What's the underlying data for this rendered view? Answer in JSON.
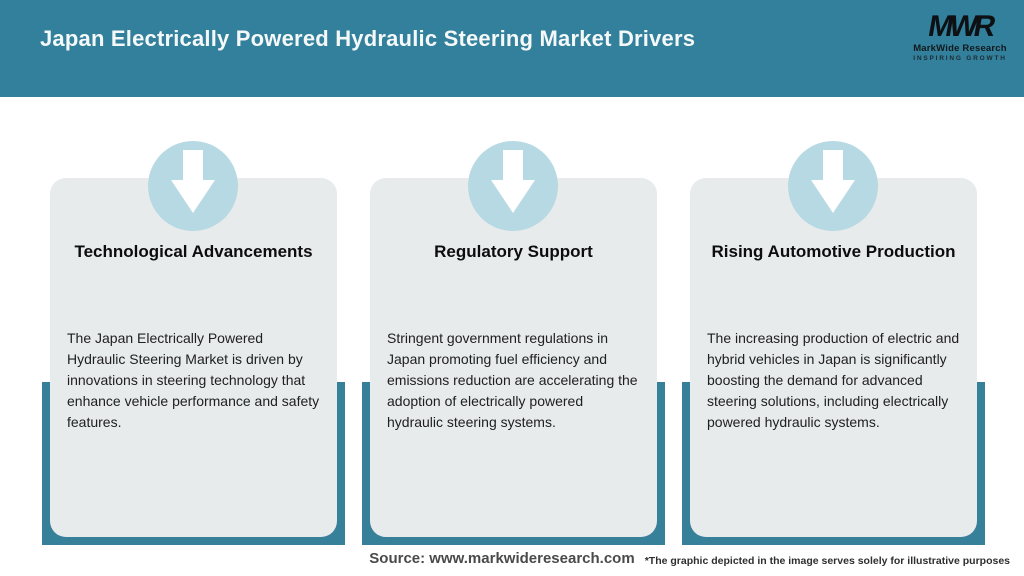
{
  "header": {
    "title": "Japan Electrically Powered Hydraulic Steering Market Drivers",
    "logo": {
      "monogram": "MWR",
      "name": "MarkWide Research",
      "tagline": "INSPIRING GROWTH"
    }
  },
  "cards": [
    {
      "icon": "down-arrow-icon",
      "title": "Technological Advancements",
      "body": "The Japan Electrically Powered Hydraulic Steering Market is driven by innovations in steering technology that enhance vehicle performance and safety features."
    },
    {
      "icon": "down-arrow-icon",
      "title": "Regulatory Support",
      "body": "Stringent government regulations in Japan promoting fuel efficiency and emissions reduction are accelerating the adoption of electrically powered hydraulic steering systems."
    },
    {
      "icon": "down-arrow-icon",
      "title": "Rising Automotive Production",
      "body": "The increasing production of electric and hybrid vehicles in Japan is significantly boosting the demand for advanced steering solutions, including electrically powered hydraulic systems."
    }
  ],
  "footer": {
    "source": "Source: www.markwideresearch.com",
    "disclaimer": "*The graphic depicted in the image serves solely for illustrative purposes"
  },
  "colors": {
    "header_bg": "#32809B",
    "card_back_bar": "#37809A",
    "card_bg": "#E8EBEC",
    "circle_bg": "#B7D9E3",
    "arrow": "#FFFFFF",
    "header_text": "#F4F8F9",
    "body_text": "#202020"
  },
  "chart_data": {
    "type": "table",
    "title": "Japan Electrically Powered Hydraulic Steering Market Drivers",
    "categories": [
      "Technological Advancements",
      "Regulatory Support",
      "Rising Automotive Production"
    ],
    "values": [
      "The Japan Electrically Powered Hydraulic Steering Market is driven by innovations in steering technology that enhance vehicle performance and safety features.",
      "Stringent government regulations in Japan promoting fuel efficiency and emissions reduction are accelerating the adoption of electrically powered hydraulic steering systems.",
      "The increasing production of electric and hybrid vehicles in Japan is significantly boosting the demand for advanced steering solutions, including electrically powered hydraulic systems."
    ]
  }
}
